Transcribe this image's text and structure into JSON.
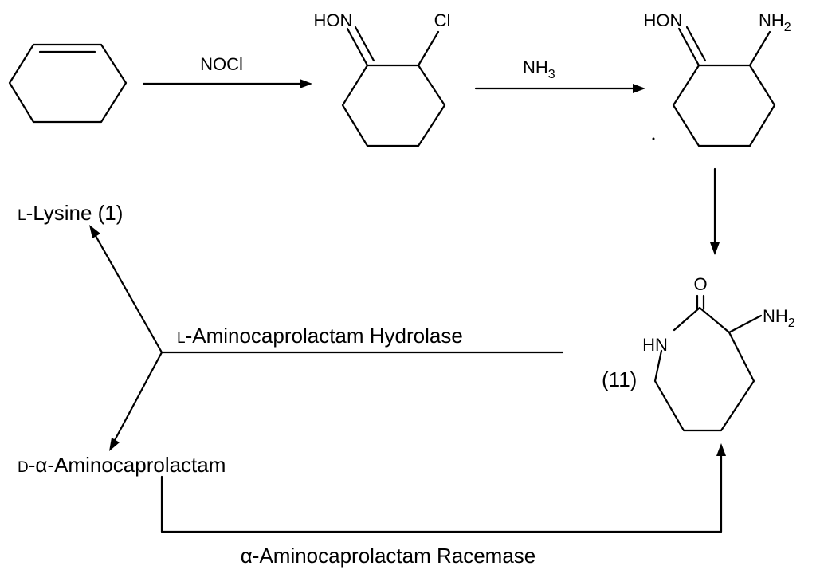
{
  "reagents": {
    "step1": "NOCl",
    "step2_main": "NH",
    "step2_sub": "3"
  },
  "chloro_oxime": {
    "oxime": "HON",
    "substituent": "Cl"
  },
  "amino_oxime": {
    "oxime": "HON",
    "amine_main": "NH",
    "amine_sub": "2"
  },
  "lactam": {
    "carbonyl_o": "O",
    "ring_n": "HN",
    "amine_main": "NH",
    "amine_sub": "2",
    "compound_number": "(11)"
  },
  "lysine": {
    "prefix": "L",
    "rest": "-Lysine (1)"
  },
  "hydrolase": {
    "prefix": "L",
    "rest": "-Aminocaprolactam Hydrolase"
  },
  "d_lactam": {
    "prefix": "D",
    "rest": "-α-Aminocaprolactam"
  },
  "racemase": {
    "label": "α-Aminocaprolactam Racemase"
  }
}
